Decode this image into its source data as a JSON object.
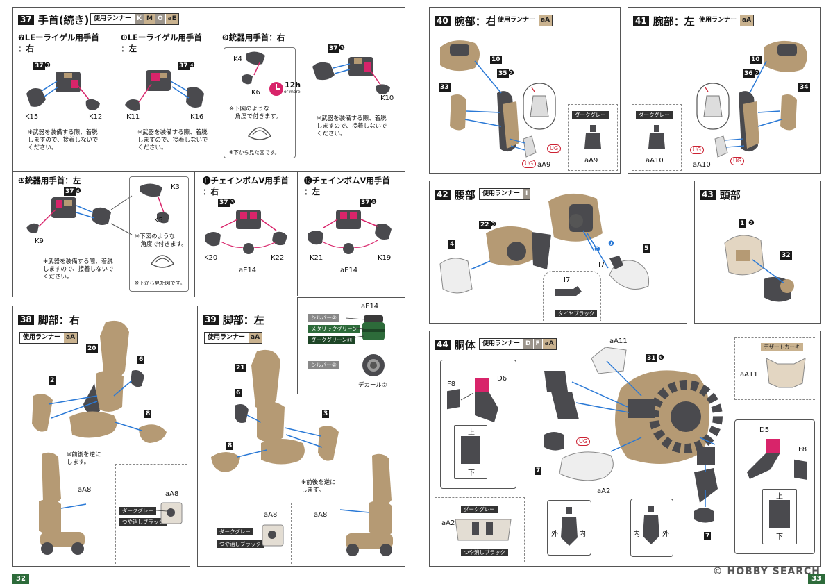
{
  "left_page": {
    "page_number": "32",
    "step37": {
      "number": "37",
      "title": "手首(続き)",
      "runner_label": "使用ランナー",
      "runner_tags": [
        "K",
        "M",
        "O",
        "aE"
      ],
      "sub7": {
        "title": "❼LEーライゲル用手首\n：右",
        "ref": "37",
        "ref_n": "❸",
        "parts": [
          "K15",
          "K12"
        ],
        "note": "※武器を装備する際、着脱\nしますので、接着しないで\nください。"
      },
      "sub8": {
        "title": "❽LEーライゲル用手首\n：左",
        "ref": "37",
        "ref_n": "❹",
        "parts": [
          "K11",
          "K16"
        ],
        "note": "※武器を装備する際、着脱\nしますので、接着しないで\nください。"
      },
      "sub9": {
        "title": "❾銃器用手首：右",
        "ref": "37",
        "ref_n": "❸",
        "parts": [
          "K4",
          "K6",
          "K10"
        ],
        "cure": "12h",
        "cure_sub": "or more",
        "note_left": "※下図のような\n　角度で付きます。",
        "note_view": "※下から見た図です。",
        "note": "※武器を装備する際、着脱\nしますので、接着しないで\nください。"
      },
      "sub10": {
        "title": "❿銃器用手首：左",
        "ref": "37",
        "ref_n": "❹",
        "parts": [
          "K9",
          "K3",
          "K5"
        ],
        "note": "※武器を装備する際、着脱\nしますので、接着しないで\nください。",
        "note_right": "※下図のような\n　角度で付きます。",
        "note_view": "※下から見た図です。"
      },
      "sub11": {
        "title": "⓫チェインボムV用手首\n：右",
        "ref": "37",
        "ref_n": "❸",
        "parts": [
          "K20",
          "aE14",
          "K22"
        ]
      },
      "sub12": {
        "title": "⓬チェインボムV用手首\n：左",
        "ref": "37",
        "ref_n": "❹",
        "parts": [
          "K21",
          "aE14",
          "K19"
        ]
      }
    },
    "step38": {
      "number": "38",
      "title": "脚部：右",
      "runner_label": "使用ランナー",
      "runner_tags": [
        "aA"
      ],
      "parts": [
        "20",
        "6",
        "2",
        "8"
      ],
      "note": "※前後を逆に\nします。",
      "part_aa8": "aA8",
      "colors": [
        "ダークグレー",
        "つや消しブラック"
      ],
      "inset_part": "aA8"
    },
    "step39": {
      "number": "39",
      "title": "脚部：左",
      "runner_label": "使用ランナー",
      "runner_tags": [
        "aA"
      ],
      "parts": [
        "21",
        "6",
        "3",
        "8"
      ],
      "note": "※前後を逆に\nします。",
      "part_aa8": "aA8",
      "colors": [
        "ダークグレー",
        "つや消しブラック"
      ],
      "inset_part": "aA8"
    },
    "paint_box": {
      "part": "aE14",
      "colors": [
        "シルバー②",
        "メタリックグリーン",
        "ダークグリーン⑪",
        "シルバー②"
      ],
      "decal": "デカール⑦"
    }
  },
  "right_page": {
    "page_number": "33",
    "step40": {
      "number": "40",
      "title": "腕部：右",
      "runner_label": "使用ランナー",
      "runner_tags": [
        "aA"
      ],
      "parts": [
        "10",
        "35",
        "33",
        "aA9"
      ],
      "ref_n": "❷",
      "ug": [
        "UG",
        "UG"
      ],
      "inset_color": "ダークグレー",
      "inset_part": "aA9"
    },
    "step41": {
      "number": "41",
      "title": "腕部：左",
      "runner_label": "使用ランナー",
      "runner_tags": [
        "aA"
      ],
      "parts": [
        "10",
        "36",
        "34",
        "aA10"
      ],
      "ref_n": "❷",
      "ug": [
        "UG",
        "UG"
      ],
      "inset_color": "ダークグレー",
      "inset_part": "aA10"
    },
    "step42": {
      "number": "42",
      "title": "腰部",
      "runner_label": "使用ランナー",
      "runner_tags": [
        "I"
      ],
      "parts": [
        "22",
        "4",
        "5",
        "I7"
      ],
      "ref_n": "❸",
      "arrows": [
        "❶",
        "❷"
      ],
      "inset_part": "I7",
      "inset_color": "タイヤブラック"
    },
    "step43": {
      "number": "43",
      "title": "頭部",
      "parts": [
        "1",
        "32"
      ],
      "ref_n": "❷"
    },
    "step44": {
      "number": "44",
      "title": "胴体",
      "runner_label": "使用ランナー",
      "runner_tags": [
        "D",
        "F",
        "aA"
      ],
      "parts": [
        "aA11",
        "31",
        "F8",
        "D6",
        "D5",
        "F8",
        "7",
        "7",
        "aA2"
      ],
      "ref_n": "❻",
      "ug": "UG",
      "top": "上",
      "bottom": "下",
      "out": "外",
      "in": "内",
      "inset_color": "デザートカーキ",
      "inset_part": "aA11",
      "colors": [
        "ダークグレー",
        "つや消しブラック"
      ],
      "bottom_part": "aA2"
    },
    "watermark": "© HOBBY SEARCH"
  },
  "colors": {
    "tan": "#b59a74",
    "dark_grey": "#4a4a4e",
    "magenta": "#d8246a",
    "blue": "#2a79d6",
    "green": "#2d6b3a"
  }
}
